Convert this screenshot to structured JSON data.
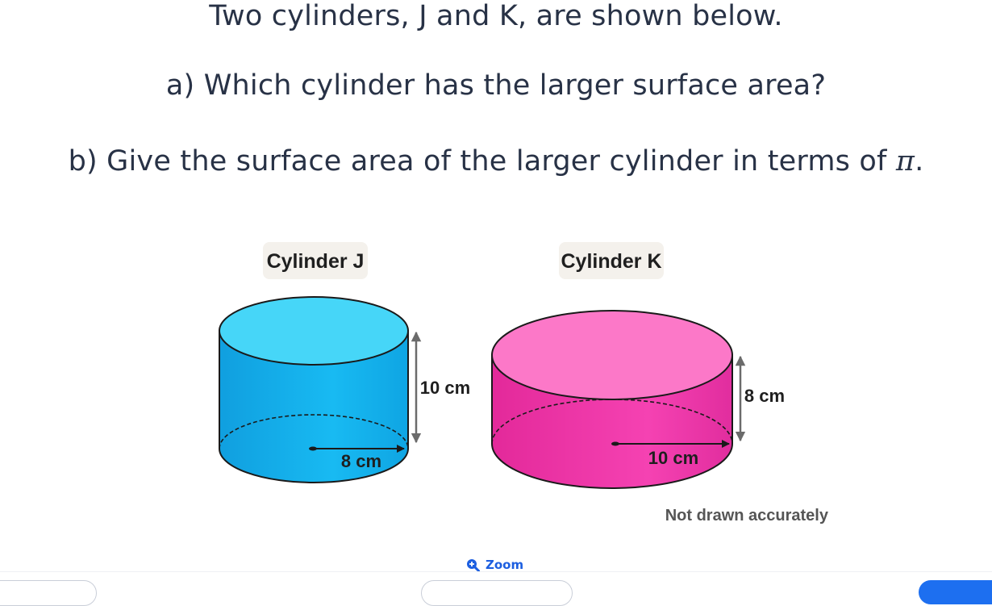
{
  "question": {
    "line1": "Two cylinders, J and K, are shown below.",
    "line2": "a) Which cylinder has the larger surface area?",
    "line3_pre": "b) Give the surface area of the larger cylinder in terms of ",
    "line3_pi": "π",
    "line3_post": "."
  },
  "figure": {
    "cylinder_j": {
      "title": "Cylinder J",
      "radius_label": "8 cm",
      "height_label": "10 cm",
      "color": "#1ab8f0"
    },
    "cylinder_k": {
      "title": "Cylinder K",
      "radius_label": "10 cm",
      "height_label": "8 cm",
      "color": "#f03aa8"
    },
    "note": "Not drawn accurately"
  },
  "zoom": {
    "label": "Zoom",
    "icon": "zoom-in-icon"
  }
}
